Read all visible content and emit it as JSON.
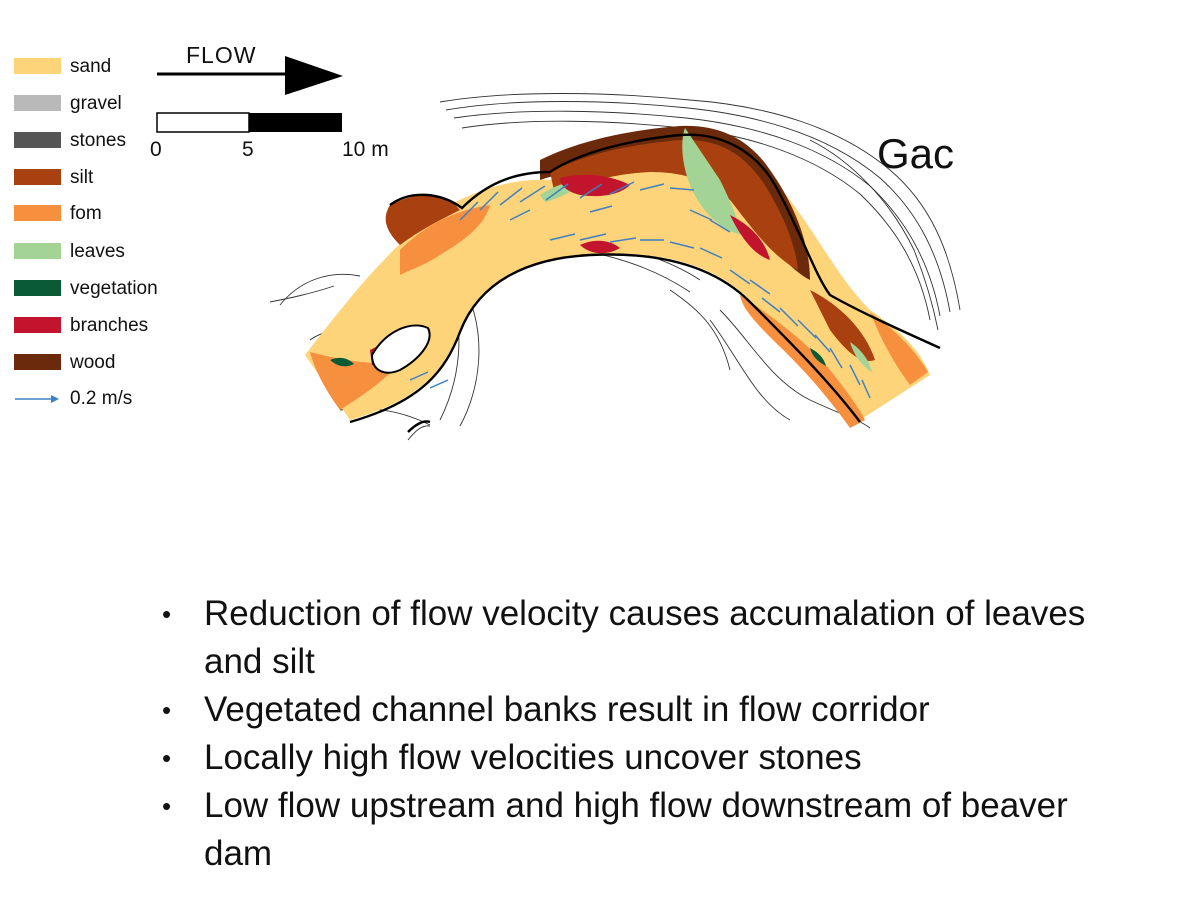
{
  "legend": {
    "items": [
      {
        "label": "sand",
        "color": "#fdd47a"
      },
      {
        "label": "gravel",
        "color": "#b9b9b9"
      },
      {
        "label": "stones",
        "color": "#555555"
      },
      {
        "label": "silt",
        "color": "#a8400f"
      },
      {
        "label": "fom",
        "color": "#f6903f"
      },
      {
        "label": "leaves",
        "color": "#a3d496"
      },
      {
        "label": "vegetation",
        "color": "#0a5a35"
      },
      {
        "label": "branches",
        "color": "#c2142d"
      },
      {
        "label": "wood",
        "color": "#6b2a0b"
      }
    ],
    "velocity_label": "0.2 m/s",
    "velocity_color": "#3f80c2"
  },
  "flow": {
    "label": "FLOW"
  },
  "scale": {
    "ticks": [
      "0",
      "5",
      "10 m"
    ]
  },
  "site_name": "Gac",
  "bullets": [
    "Reduction of flow velocity causes accumalation of leaves and silt",
    "Vegetated channel banks result in flow corridor",
    "Locally high flow velocities uncover stones",
    "Low flow upstream and high flow downstream of beaver dam"
  ]
}
